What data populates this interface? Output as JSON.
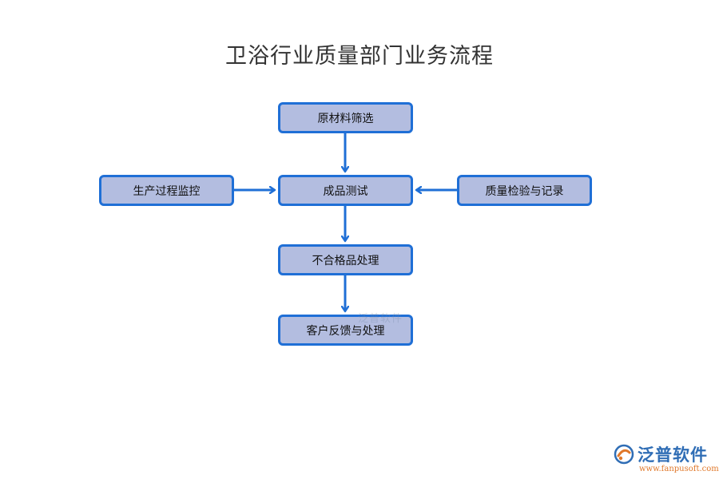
{
  "title": "卫浴行业质量部门业务流程",
  "nodes": {
    "raw_material": "原材料筛选",
    "product_test": "成品测试",
    "process_monitor": "生产过程监控",
    "quality_record": "质量检验与记录",
    "nonconforming": "不合格品处理",
    "customer_feedback": "客户反馈与处理"
  },
  "edges": [
    {
      "from": "原材料筛选",
      "to": "成品测试"
    },
    {
      "from": "生产过程监控",
      "to": "成品测试"
    },
    {
      "from": "质量检验与记录",
      "to": "成品测试"
    },
    {
      "from": "成品测试",
      "to": "不合格品处理"
    },
    {
      "from": "不合格品处理",
      "to": "客户反馈与处理"
    }
  ],
  "watermark": "泛普软件",
  "logo": {
    "name": "泛普软件",
    "url": "www.fanpusoft.com",
    "icon": "fanpu-logo-icon"
  },
  "colors": {
    "node_fill": "#b3bde0",
    "node_border": "#1f6fd6",
    "arrow": "#1f6fd6",
    "logo_text": "#2f6db5",
    "logo_accent": "#e0782a"
  }
}
